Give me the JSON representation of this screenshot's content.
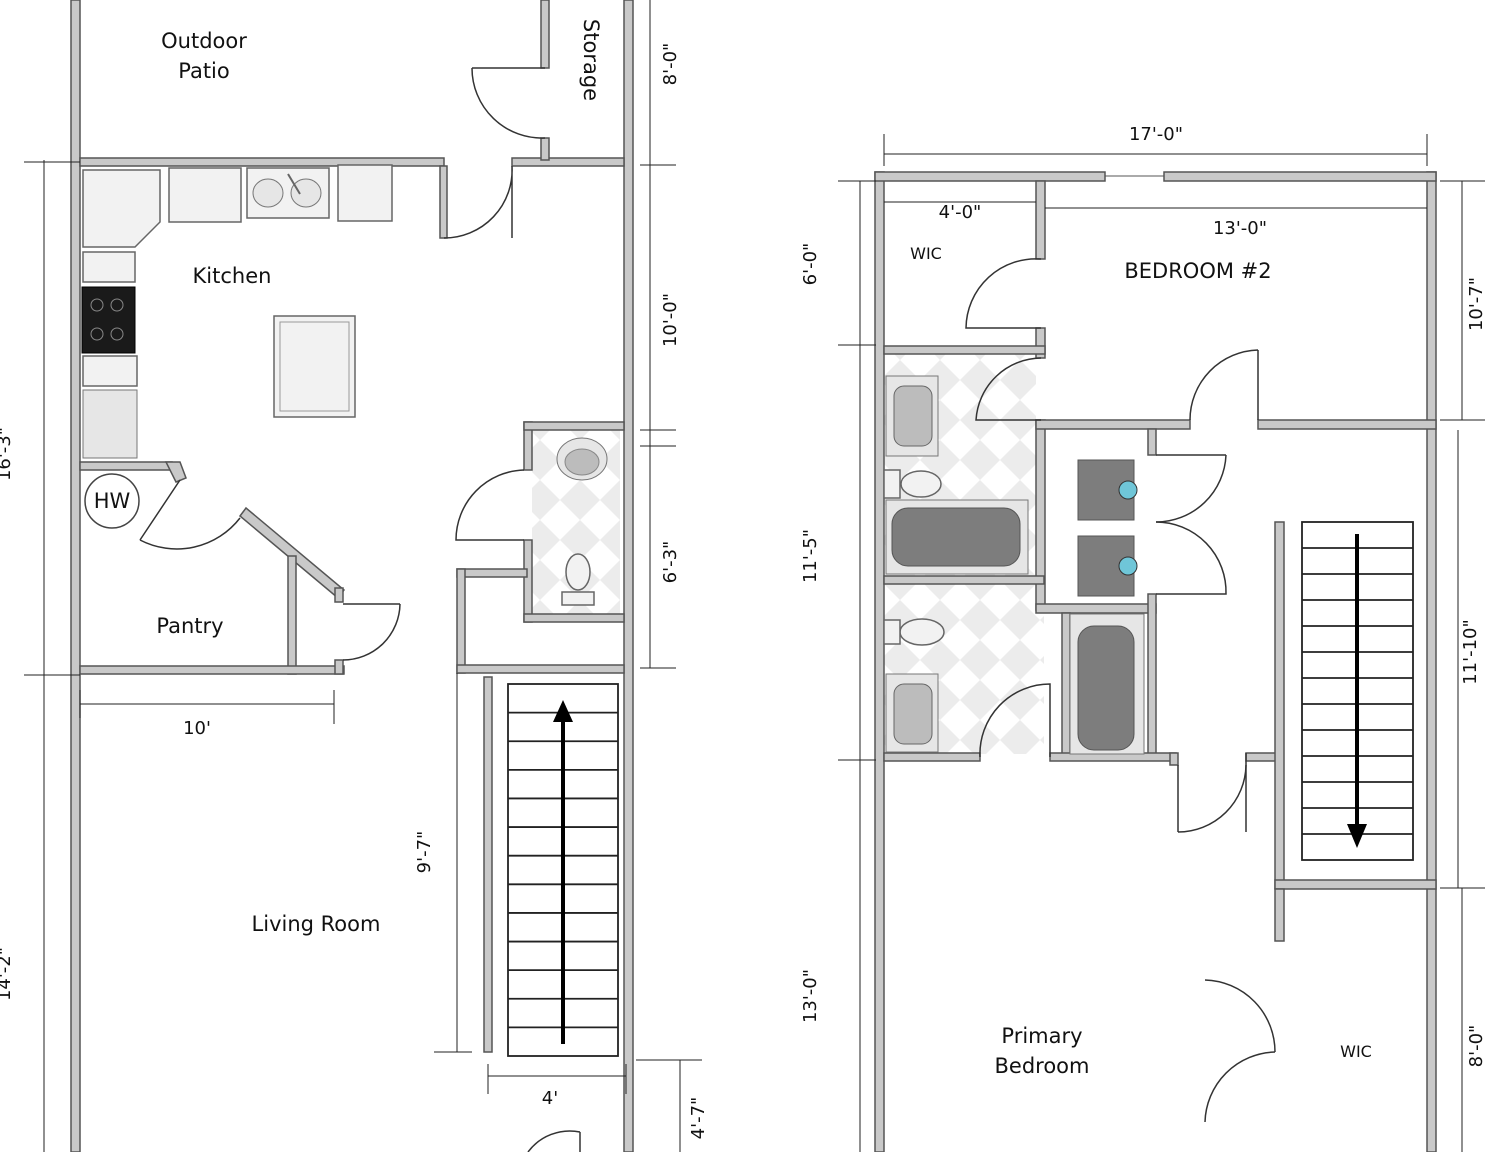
{
  "rooms": {
    "outdoor_patio": [
      "Outdoor",
      "Patio"
    ],
    "storage": "Storage",
    "kitchen": "Kitchen",
    "hw": "HW",
    "pantry": "Pantry",
    "living_room": "Living Room",
    "wic_upper": "WIC",
    "bedroom2": "BEDROOM #2",
    "primary_bedroom": [
      "Primary",
      "Bedroom"
    ],
    "wic_lower": "WIC"
  },
  "dimensions": {
    "patio_depth": "8'-0\"",
    "kitchen_depth": "10'-0\"",
    "bath_depth": "6'-3\"",
    "left_upper": "16'-3\"",
    "left_lower": "14'-2\"",
    "pantry_width": "10'",
    "stair_run": "9'-7\"",
    "stair_width": "4'",
    "entry_depth": "4'-7\"",
    "upper_width": "17'-0\"",
    "wic_width": "4'-0\"",
    "bedroom2_width": "13'-0\"",
    "wic_depth": "6'-0\"",
    "bedroom2_depth": "10'-7\"",
    "bath_block": "11'-5\"",
    "stair_block": "11'-10\"",
    "primary_depth": "13'-0\"",
    "wic_lower_depth": "8'-0\""
  }
}
